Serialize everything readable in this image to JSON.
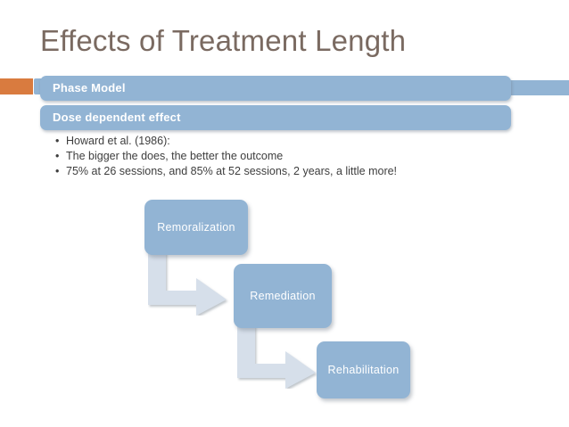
{
  "slide": {
    "title": "Effects of Treatment Length",
    "colors": {
      "title_text": "#7a6a61",
      "accent_orange": "#d97b3f",
      "banner_blue": "#92b4d4",
      "box_blue": "#92b4d4",
      "arrow_light": "#d6dfea",
      "body_text": "#3e3e3e",
      "banner_text": "#ffffff",
      "background": "#ffffff"
    }
  },
  "banners": [
    {
      "label": "Phase Model"
    },
    {
      "label": "Dose dependent effect"
    }
  ],
  "bullets": [
    {
      "marker": "•",
      "text": "Howard et al. (1986):"
    },
    {
      "marker": "•",
      "text": "The bigger the does, the better the outcome"
    },
    {
      "marker": "•",
      "text": "75% at 26 sessions, and 85% at 52 sessions, 2 years, a little more!"
    }
  ],
  "diagram": {
    "type": "process-flow",
    "steps": [
      {
        "label": "Remoralization"
      },
      {
        "label": "Remediation"
      },
      {
        "label": "Rehabilitation"
      }
    ],
    "connectors": [
      {
        "from": "Remoralization",
        "to": "Remediation",
        "shape": "elbow-arrow-down-right"
      },
      {
        "from": "Remediation",
        "to": "Rehabilitation",
        "shape": "elbow-arrow-down-right"
      }
    ]
  }
}
